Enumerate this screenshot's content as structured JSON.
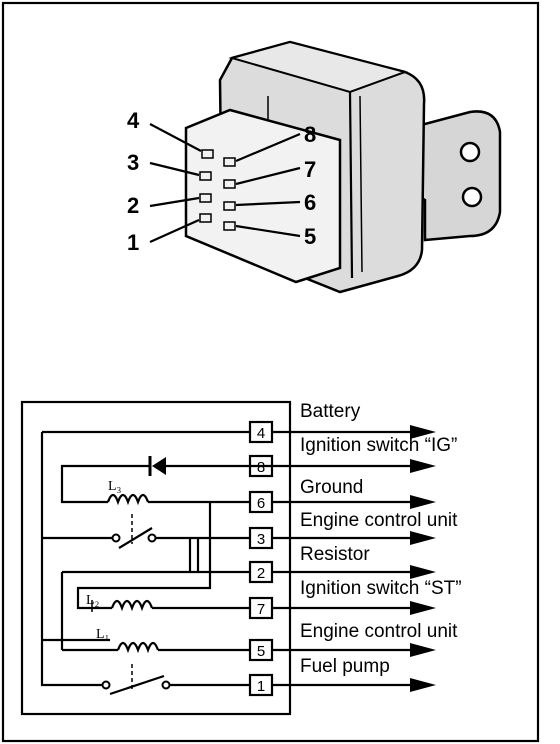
{
  "relay_pins": {
    "left": [
      "4",
      "3",
      "2",
      "1"
    ],
    "right": [
      "8",
      "7",
      "6",
      "5"
    ]
  },
  "coils": {
    "l1": "L₁",
    "l2": "L₂",
    "l3": "L₃"
  },
  "terminals": [
    {
      "number": "4",
      "label": "Battery"
    },
    {
      "number": "8",
      "label": "Ignition switch “IG”"
    },
    {
      "number": "6",
      "label": "Ground"
    },
    {
      "number": "3",
      "label": "Engine control unit"
    },
    {
      "number": "2",
      "label": "Resistor"
    },
    {
      "number": "7",
      "label": "Ignition switch “ST”"
    },
    {
      "number": "5",
      "label": "Engine control unit"
    },
    {
      "number": "1",
      "label": "Fuel pump"
    }
  ]
}
